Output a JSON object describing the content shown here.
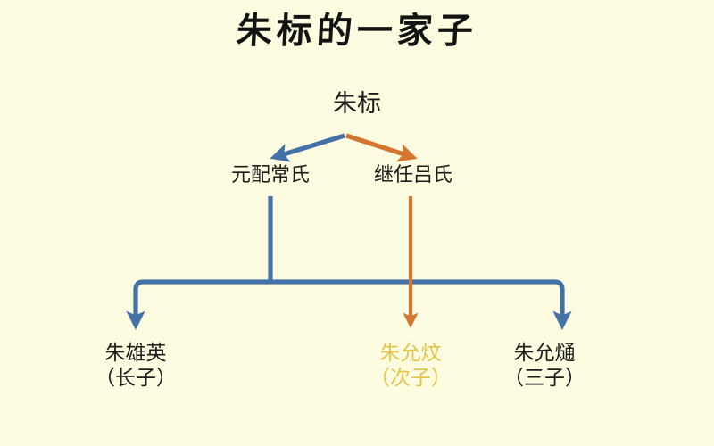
{
  "title": "朱标的一家子",
  "colors": {
    "background": "#fdfce1",
    "blue": "#4472a8",
    "orange": "#d4762f",
    "text": "#1c1c1c",
    "highlight": "#e3c44c"
  },
  "tree": {
    "root": {
      "label": "朱标"
    },
    "consorts": [
      {
        "label": "元配常氏",
        "edge_color": "#4472a8"
      },
      {
        "label": "继任吕氏",
        "edge_color": "#d4762f"
      }
    ],
    "children": [
      {
        "name": "朱雄英",
        "rank": "（长子）",
        "parent": "元配常氏",
        "edge_color": "#4472a8",
        "text_color": "#1c1c1c"
      },
      {
        "name": "朱允炆",
        "rank": "（次子）",
        "parent": "继任吕氏",
        "edge_color": "#d4762f",
        "text_color": "#e3c44c"
      },
      {
        "name": "朱允熥",
        "rank": "（三子）",
        "parent": "元配常氏",
        "edge_color": "#4472a8",
        "text_color": "#1c1c1c"
      }
    ]
  },
  "watermark": ""
}
